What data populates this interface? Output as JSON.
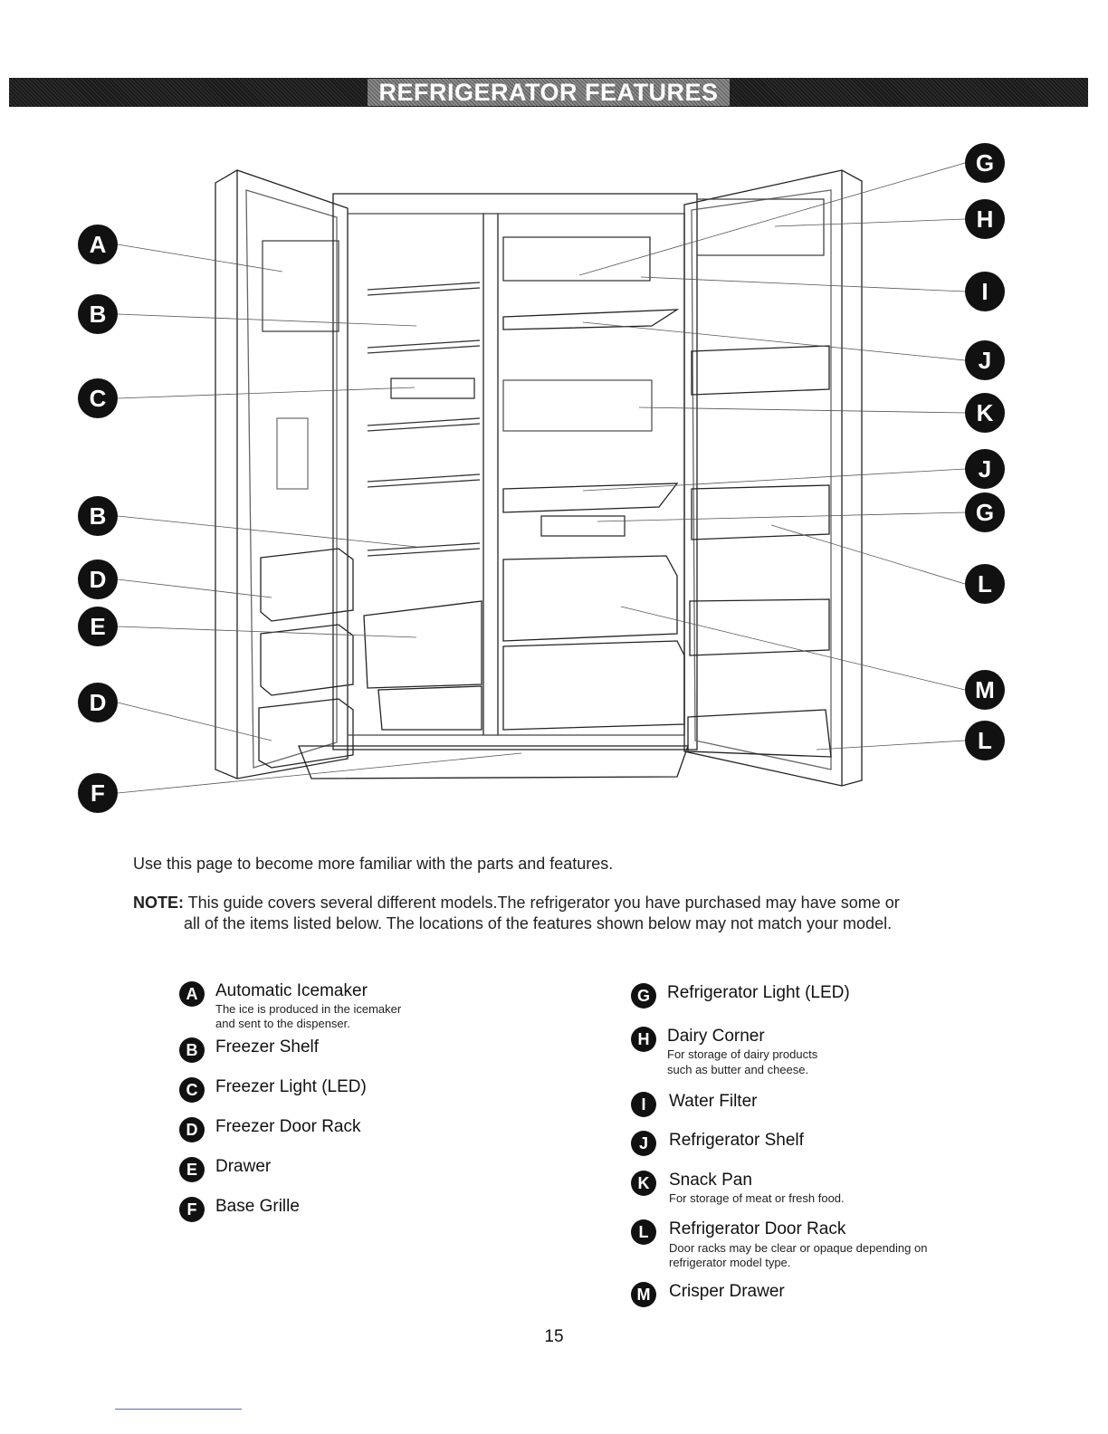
{
  "header": {
    "title": "REFRIGERATOR FEATURES"
  },
  "diagram": {
    "callouts_left": [
      "A",
      "B",
      "C",
      "B",
      "D",
      "E",
      "D",
      "F"
    ],
    "callouts_right": [
      "G",
      "H",
      "I",
      "J",
      "K",
      "J",
      "G",
      "L",
      "M",
      "L"
    ]
  },
  "intro": "Use this page to become more familiar with the parts and features.",
  "note": {
    "label": "NOTE:",
    "line1": " This guide covers several different models.The refrigerator you have purchased may have some or",
    "line2": "all of the items listed below. The locations of the features shown below may not match your model."
  },
  "features_left": [
    {
      "letter": "A",
      "title": "Automatic Icemaker",
      "desc1": "The ice is produced in the icemaker",
      "desc2": "and sent to the dispenser."
    },
    {
      "letter": "B",
      "title": "Freezer Shelf"
    },
    {
      "letter": "C",
      "title": "Freezer Light (LED)"
    },
    {
      "letter": "D",
      "title": "Freezer Door Rack"
    },
    {
      "letter": "E",
      "title": "Drawer"
    },
    {
      "letter": "F",
      "title": "Base Grille"
    }
  ],
  "features_right": [
    {
      "letter": "G",
      "title": "Refrigerator Light (LED)"
    },
    {
      "letter": "H",
      "title": "Dairy Corner",
      "desc1": "For storage of dairy products",
      "desc2": "such as butter and cheese."
    },
    {
      "letter": "I",
      "title": "Water Filter"
    },
    {
      "letter": "J",
      "title": "Refrigerator Shelf"
    },
    {
      "letter": "K",
      "title": "Snack Pan",
      "desc1": "For storage of meat or fresh food."
    },
    {
      "letter": "L",
      "title": "Refrigerator Door Rack",
      "desc1": "Door racks may be clear or opaque depending on",
      "desc2": "refrigerator model type."
    },
    {
      "letter": "M",
      "title": "Crisper Drawer"
    }
  ],
  "page_number": "15"
}
